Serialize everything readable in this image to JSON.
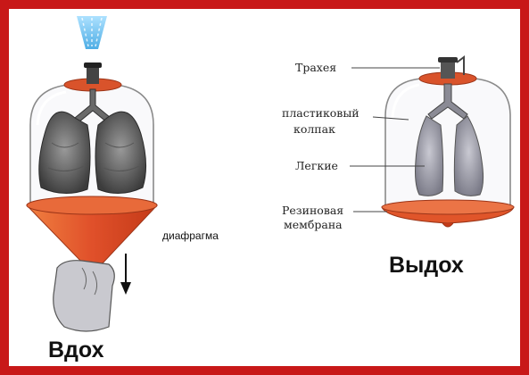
{
  "inhale": {
    "title": "Вдох",
    "diaphragm_label": "диафрагма"
  },
  "exhale": {
    "title": "Выдох",
    "labels": {
      "trachea": "Трахея",
      "bell_jar": [
        "пластиковый",
        "колпак"
      ],
      "lungs": "Легкие",
      "membrane": [
        "Резиновая",
        "мембрана"
      ]
    }
  },
  "colors": {
    "frame": "#c81818",
    "membrane": "#e0552a",
    "air": "#5fc3ee"
  }
}
